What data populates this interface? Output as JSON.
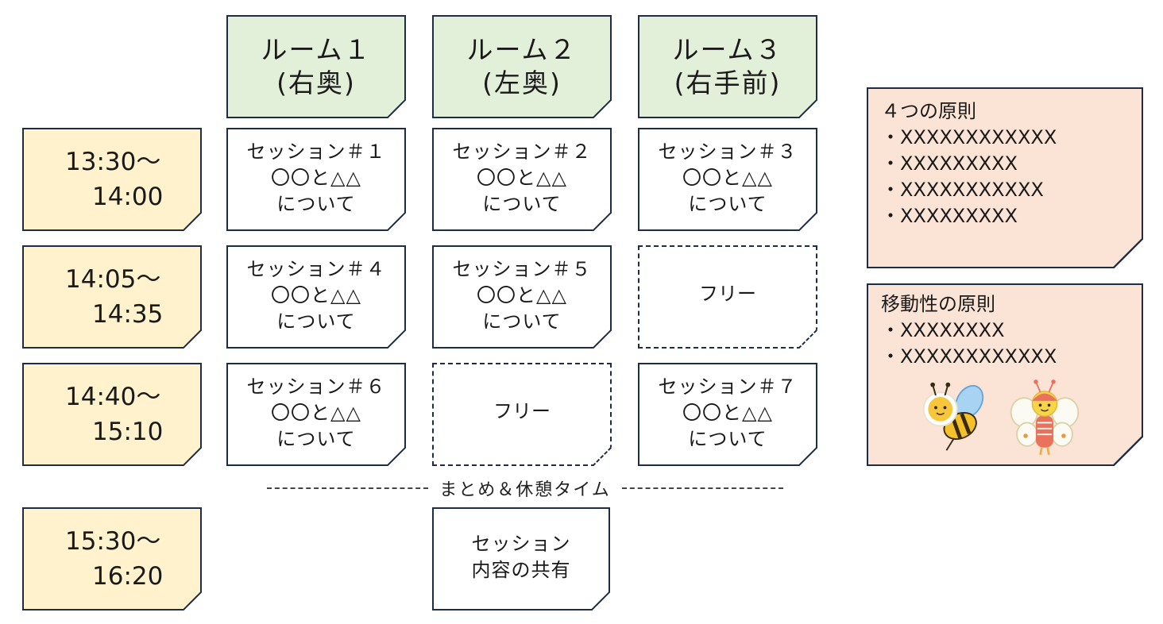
{
  "rooms": [
    {
      "name": "ルーム１",
      "location": "(右奥)"
    },
    {
      "name": "ルーム２",
      "location": "(左奥)"
    },
    {
      "name": "ルーム３",
      "location": "(右手前)"
    }
  ],
  "times": [
    {
      "start": "13:30〜",
      "end": "14:00"
    },
    {
      "start": "14:05〜",
      "end": "14:35"
    },
    {
      "start": "14:40〜",
      "end": "15:10"
    },
    {
      "start": "15:30〜",
      "end": "16:20"
    }
  ],
  "sessions": {
    "s1": {
      "title": "セッション＃１",
      "topic": "〇〇と△△",
      "suffix": "について"
    },
    "s2": {
      "title": "セッション＃２",
      "topic": "〇〇と△△",
      "suffix": "について"
    },
    "s3": {
      "title": "セッション＃３",
      "topic": "〇〇と△△",
      "suffix": "について"
    },
    "s4": {
      "title": "セッション＃４",
      "topic": "〇〇と△△",
      "suffix": "について"
    },
    "s5": {
      "title": "セッション＃５",
      "topic": "〇〇と△△",
      "suffix": "について"
    },
    "s6": {
      "title": "セッション＃６",
      "topic": "〇〇と△△",
      "suffix": "について"
    },
    "s7": {
      "title": "セッション＃７",
      "topic": "〇〇と△△",
      "suffix": "について"
    }
  },
  "free_label": "フリー",
  "break_label": "まとめ＆休憩タイム",
  "share": {
    "line1": "セッション",
    "line2": "内容の共有"
  },
  "principles4": {
    "title": "４つの原則",
    "items": [
      "・XXXXXXXXXXXX",
      "・XXXXXXXXX",
      "・XXXXXXXXXXX",
      "・XXXXXXXXX"
    ]
  },
  "mobility": {
    "title": "移動性の原則",
    "items": [
      "・XXXXXXXX",
      "・XXXXXXXXXXXX"
    ]
  },
  "colors": {
    "room_bg": "#e2efd9",
    "time_bg": "#fff2cc",
    "side_bg": "#fbe4d5",
    "border": "#1f2d44",
    "curl": "#c9ced8"
  }
}
